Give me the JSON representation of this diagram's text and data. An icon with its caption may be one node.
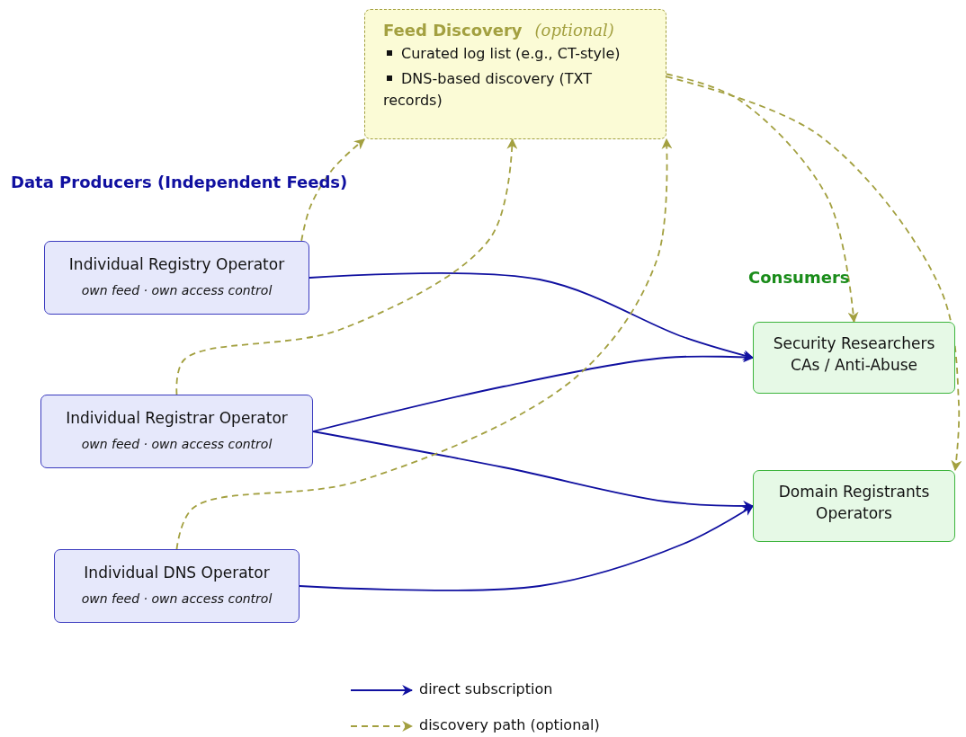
{
  "diagram": {
    "nodes": [
      {
        "text": [
          "Feed Discovery",
          "(optional)",
          "Curated log list (e.g., CT-style)",
          "DNS-based discovery (TXT records)"
        ]
      },
      {
        "text": [
          "Individual Registry Operator",
          "own feed · own access control"
        ]
      },
      {
        "text": [
          "Individual Registrar Operator",
          "own feed · own access control"
        ]
      },
      {
        "text": [
          "Individual DNS Operator",
          "own feed · own access control"
        ]
      },
      {
        "text": [
          "Security Researchers",
          "CAs / Anti-Abuse"
        ]
      },
      {
        "text": [
          "Domain Registrants",
          "Operators"
        ]
      }
    ],
    "edges": [
      {
        "from": 1,
        "to": 4,
        "arrow": "to",
        "color": "#1010a0"
      },
      {
        "from": 2,
        "to": 4,
        "arrow": "to",
        "color": "#1010a0"
      },
      {
        "from": 2,
        "to": 5,
        "arrow": "to",
        "color": "#1010a0"
      },
      {
        "from": 3,
        "to": 5,
        "arrow": "to",
        "color": "#1010a0"
      },
      {
        "from": 1,
        "to": 0,
        "arrow": "to",
        "style": "dashed"
      },
      {
        "from": 2,
        "to": 0,
        "arrow": "to",
        "style": "dashed"
      },
      {
        "from": 3,
        "to": 0,
        "arrow": "to",
        "style": "dashed"
      },
      {
        "from": 0,
        "to": 4,
        "arrow": "to",
        "style": "dashed"
      },
      {
        "from": 0,
        "to": 5,
        "arrow": "to",
        "style": "dashed"
      }
    ],
    "labels": [
      "Data Producers (Independent Feeds)",
      "Consumers"
    ],
    "legend": [
      {
        "text": "direct subscription"
      },
      {
        "text": "discovery path (optional)"
      }
    ]
  }
}
